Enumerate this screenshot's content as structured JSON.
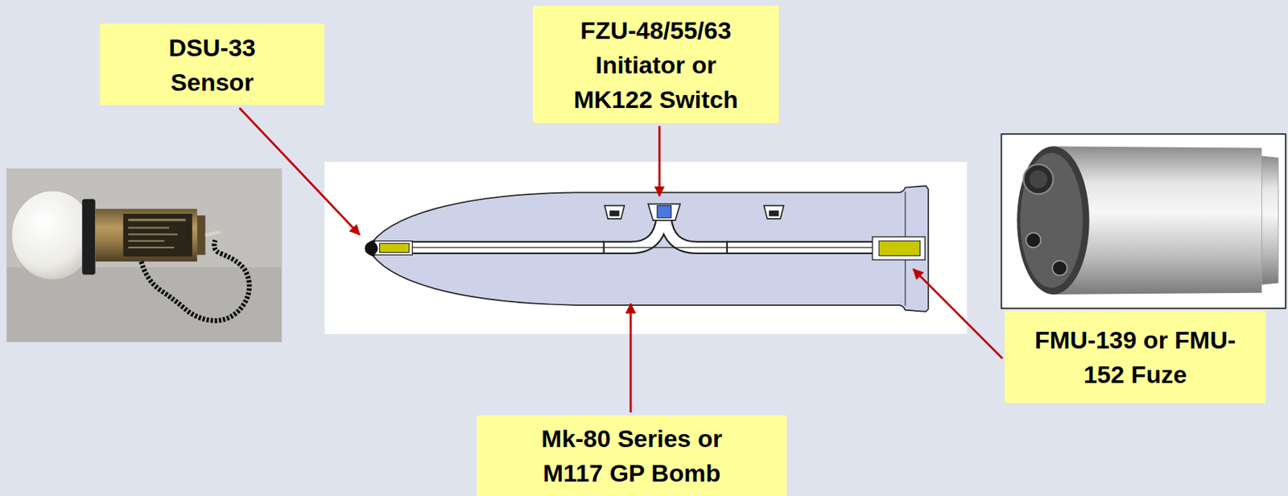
{
  "diagram": {
    "nodes": [
      {
        "text": [
          "DSU-33 Sensor"
        ]
      },
      {
        "text": [
          "FZU-48/55/63 Initiator or MK122 Switch"
        ]
      },
      {
        "text": [
          "FMU-139 or FMU-152 Fuze"
        ]
      },
      {
        "text": [
          "Mk-80 Series or M117 GP Bomb"
        ]
      }
    ]
  }
}
